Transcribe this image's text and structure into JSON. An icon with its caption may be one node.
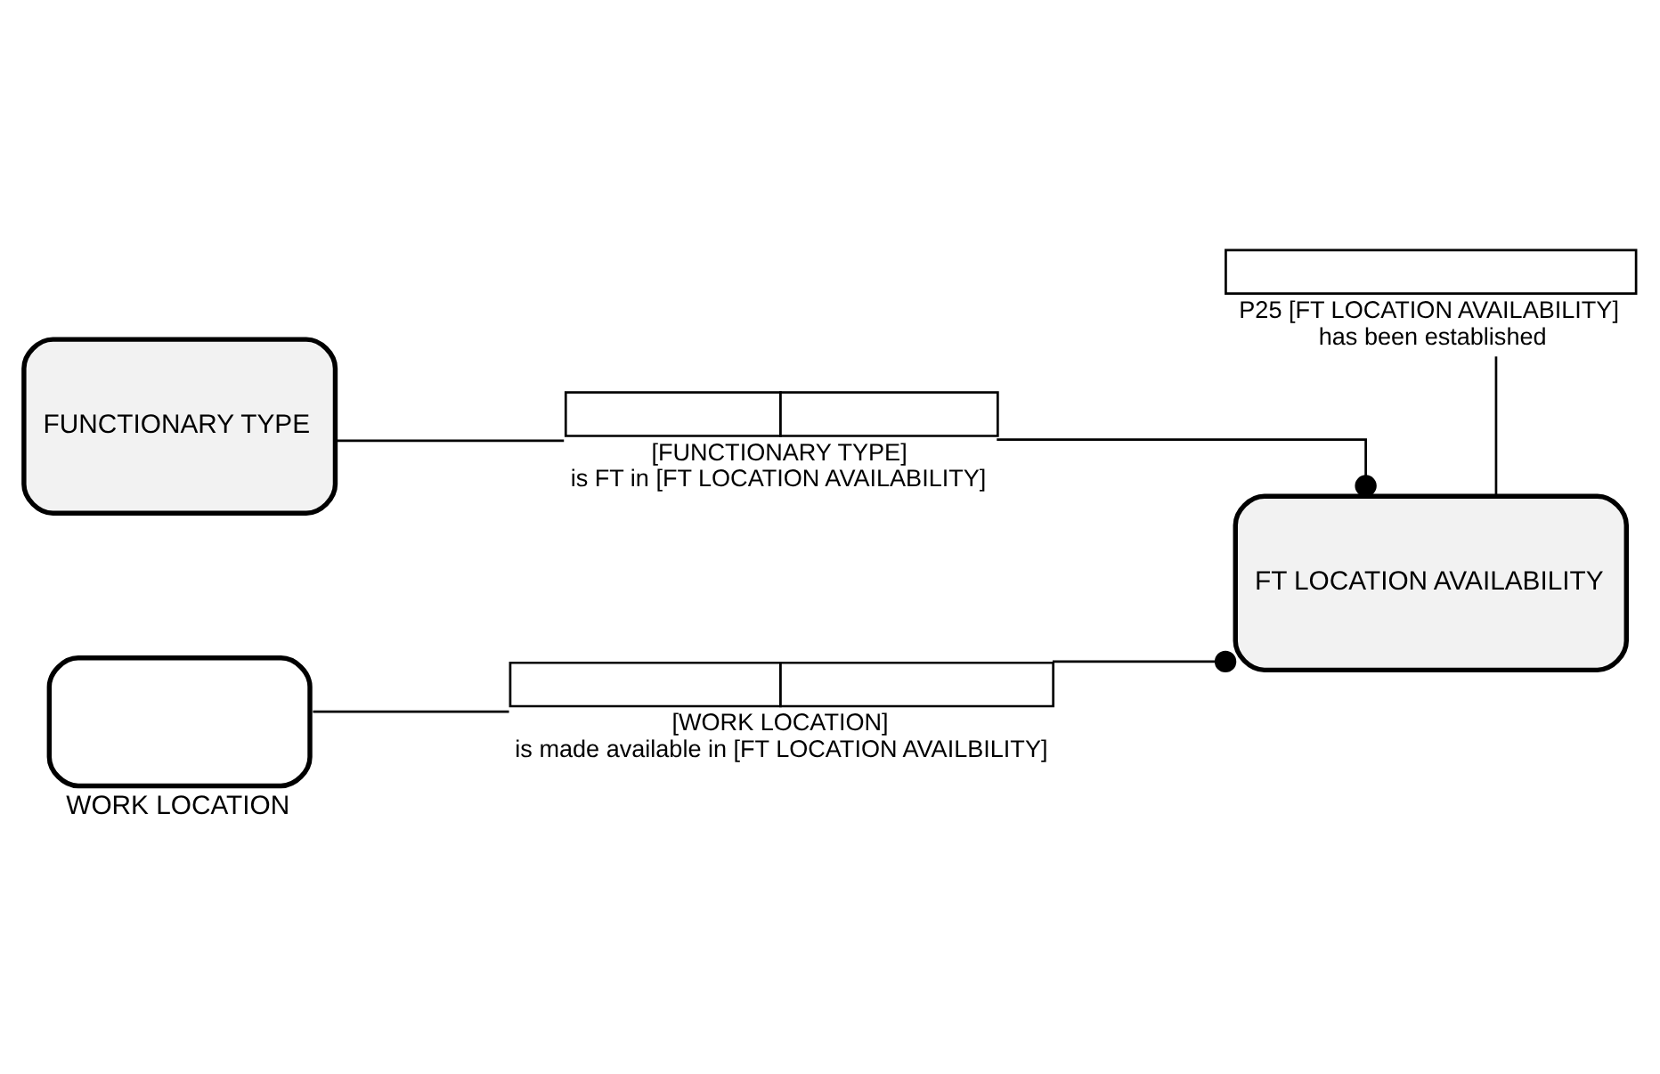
{
  "diagram": {
    "nodes": [
      {
        "text": [
          "FUNCTIONARY TYPE"
        ]
      },
      {
        "text": [],
        "shape": "box",
        "beside": [
          "[FUNCTIONARY TYPE] is FT in [FT LOCATION AVAILABILITY]"
        ]
      },
      {
        "text": [
          "FT LOCATION AVAILABILITY"
        ]
      },
      {
        "text": [
          "WORK LOCATION"
        ]
      },
      {
        "text": [],
        "shape": "box",
        "beside": [
          "[WORK LOCATION] is made available in [FT LOCATION AVAILBILITY]"
        ]
      },
      {
        "text": [],
        "shape": "box",
        "beside": [
          "P25 [FT LOCATION AVAILABILITY] has been established"
        ]
      }
    ],
    "edges": [
      {
        "from": 0,
        "to": 1,
        "arrow": "none"
      },
      {
        "from": 1,
        "to": 2,
        "arrow": "other"
      },
      {
        "from": 3,
        "to": 4,
        "arrow": "none"
      },
      {
        "from": 4,
        "to": 2,
        "arrow": "other"
      },
      {
        "from": 5,
        "to": 2,
        "arrow": "none"
      }
    ]
  }
}
